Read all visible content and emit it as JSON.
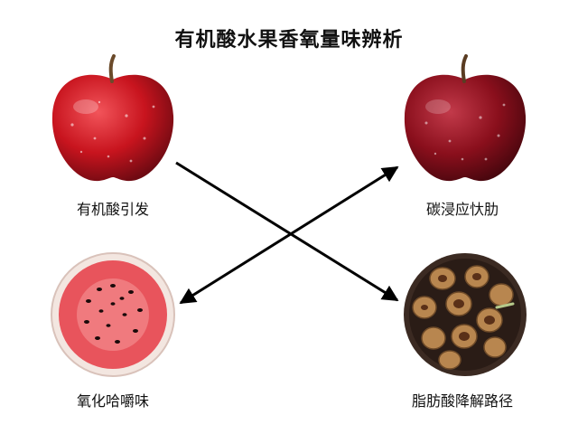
{
  "title": "有机酸水果香氧量味辨析",
  "nodes": {
    "top_left": {
      "label": "有机酸引发",
      "image": "red-apple"
    },
    "top_right": {
      "label": "碳浸应忕肋",
      "image": "dark-red-apple"
    },
    "bottom_left": {
      "label": "氧化哈嚼味",
      "image": "guava-cross-section"
    },
    "bottom_right": {
      "label": "脂肪酸降解路径",
      "image": "bowl-of-dried-nuts"
    }
  },
  "arrows": [
    {
      "from": "top_left",
      "to": "bottom_right"
    },
    {
      "from": "bottom_left",
      "to": "top_right",
      "bidirectional": true
    }
  ],
  "colors": {
    "apple_red": "#c8141e",
    "apple_dark": "#8a0f1c",
    "guava_flesh": "#e8545c",
    "guava_skin": "#f3e6e0",
    "bowl": "#3b2a22",
    "nut": "#b8864f",
    "arrow": "#000000"
  }
}
